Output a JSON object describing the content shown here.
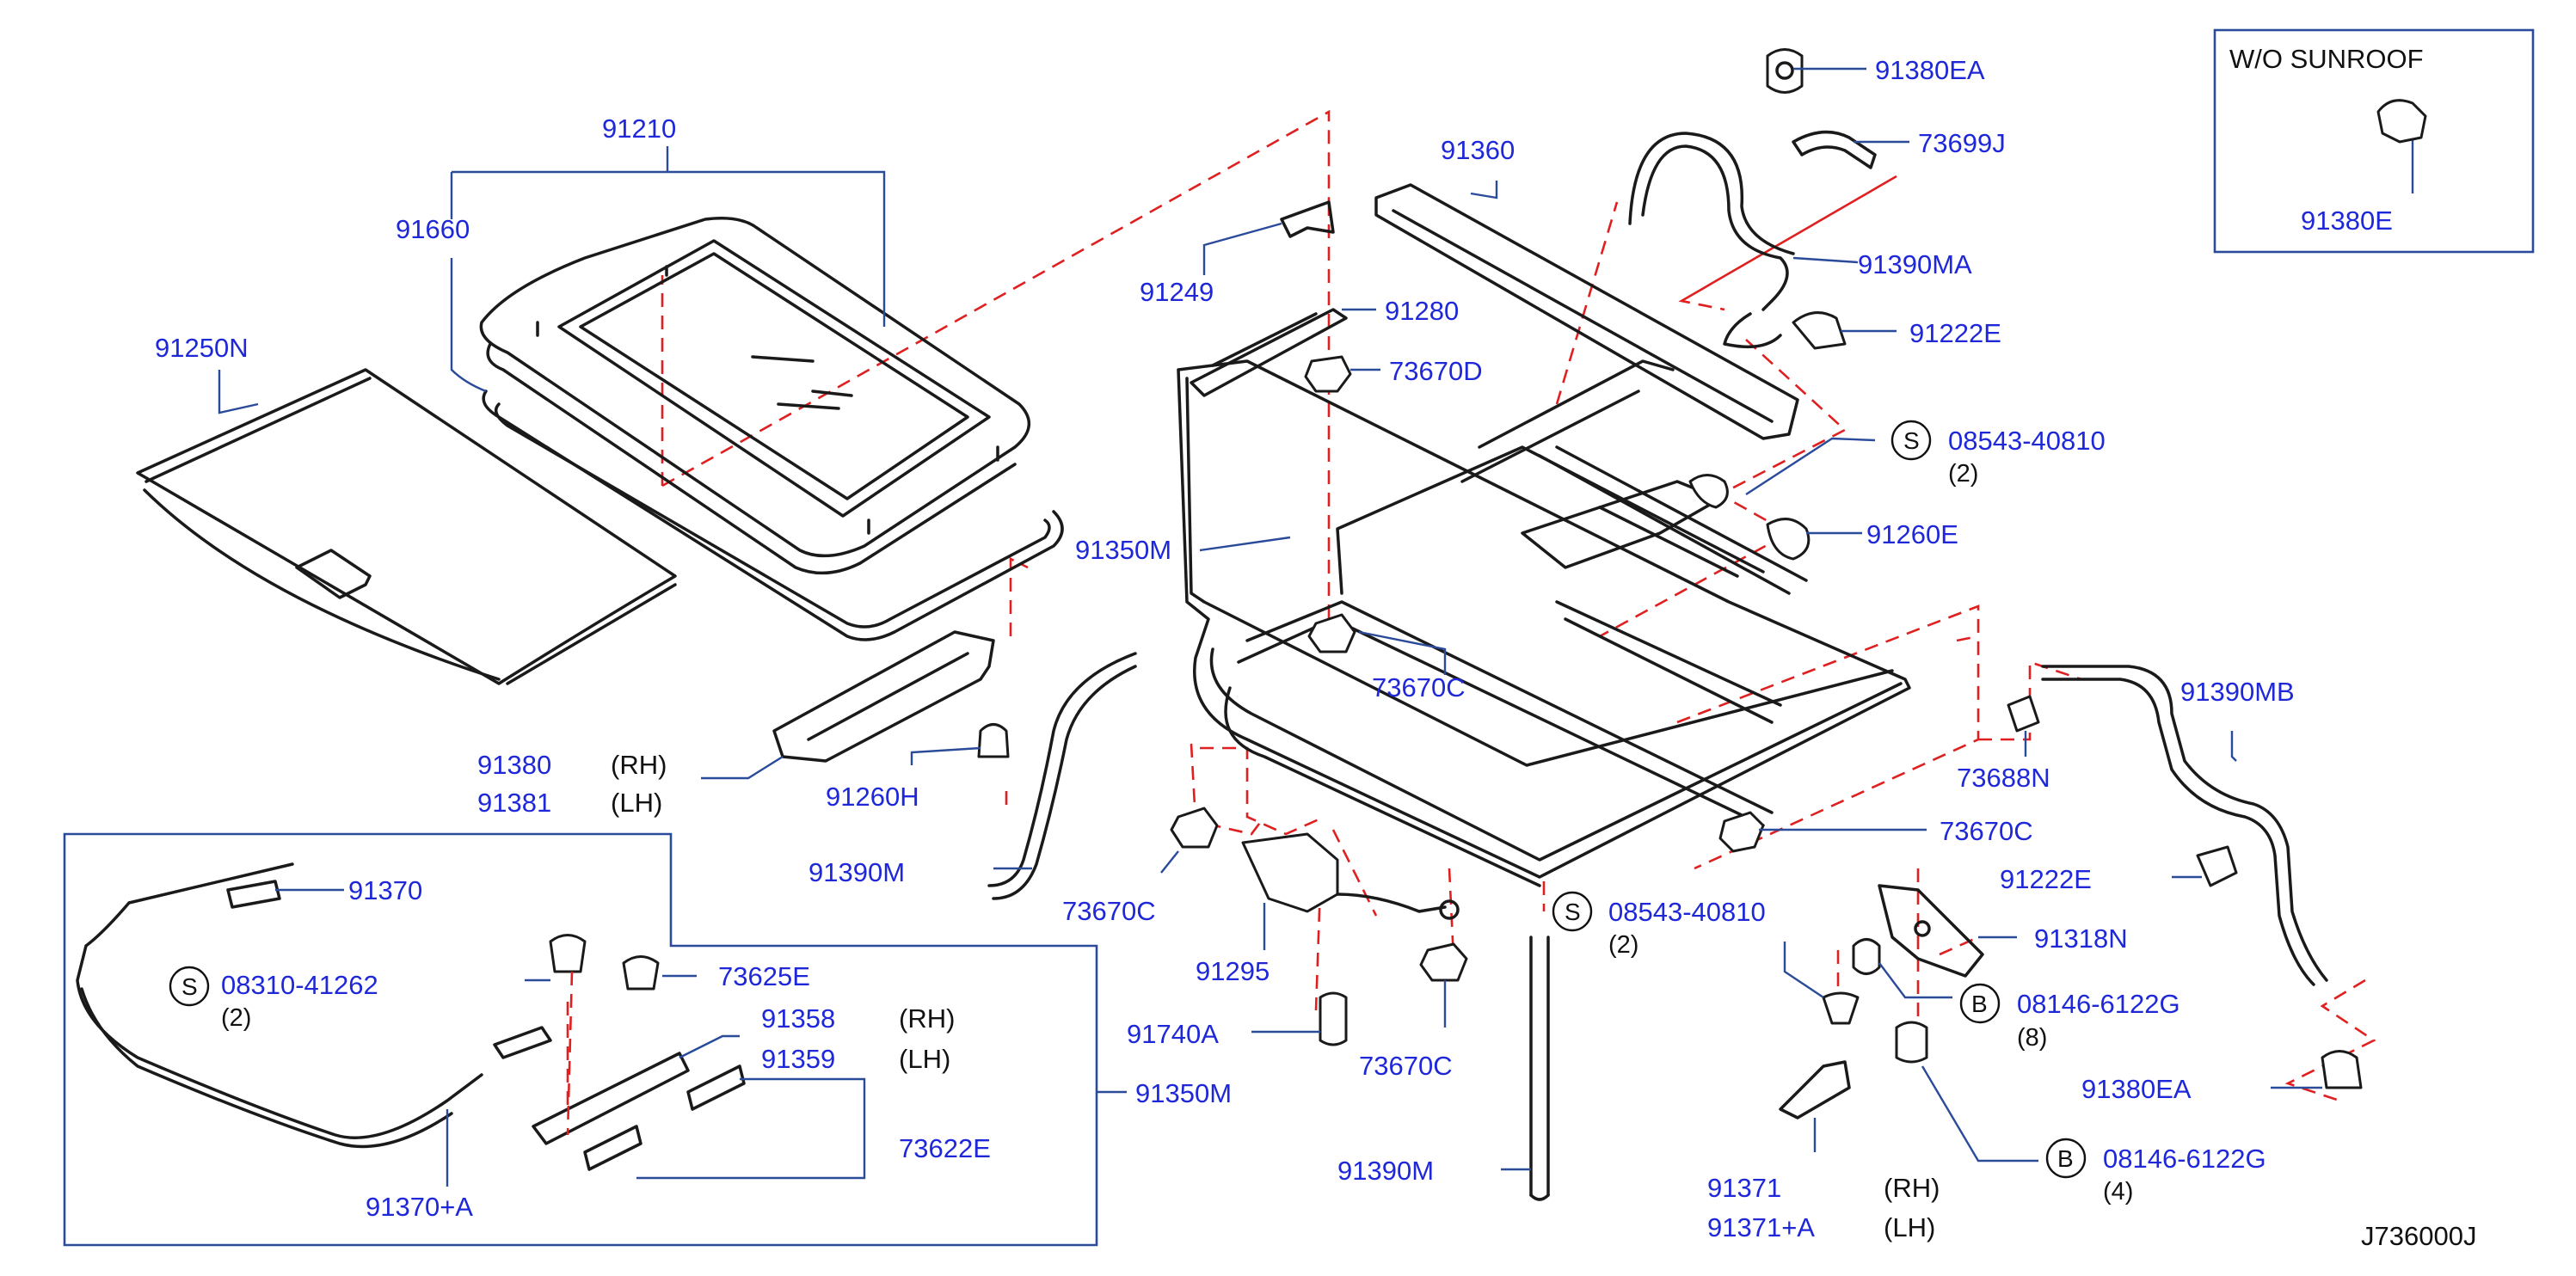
{
  "diagram_id": "J736000J",
  "inset_top_right": {
    "title": "W/O   SUNROOF",
    "part": "91380E"
  },
  "callouts": {
    "p91210": "91210",
    "p91660": "91660",
    "p91250N": "91250N",
    "p91249": "91249",
    "p91360": "91360",
    "p91280": "91280",
    "p73670D": "73670D",
    "p91350M_top": "91350M",
    "p73670C_a": "73670C",
    "p91380": "91380",
    "p91380_side": "(RH)",
    "p91381": "91381",
    "p91381_side": "(LH)",
    "p91260H": "91260H",
    "p91390M_a": "91390M",
    "p73670C_b": "73670C",
    "p91295": "91295",
    "p91740A": "91740A",
    "p73670C_c": "73670C",
    "p91390M_b": "91390M",
    "p91380EA_a": "91380EA",
    "p73699J": "73699J",
    "p91390MA": "91390MA",
    "p91222E_a": "91222E",
    "p08543_a": "08543-40810",
    "p08543_a_qty": "(2)",
    "p91260E": "91260E",
    "p73688N": "73688N",
    "p73670C_d": "73670C",
    "p91390MB": "91390MB",
    "p91222E_b": "91222E",
    "p91318N": "91318N",
    "p08543_b": "08543-40810",
    "p08543_b_qty": "(2)",
    "p08146_a": "08146-6122G",
    "p08146_a_qty": "(8)",
    "p91380EA_b": "91380EA",
    "p08146_b": "08146-6122G",
    "p08146_b_qty": "(4)",
    "p91371": "91371",
    "p91371_side": "(RH)",
    "p91371A": "91371+A",
    "p91371A_side": "(LH)"
  },
  "inset_bottom_left": {
    "p91370": "91370",
    "p08310": "08310-41262",
    "p08310_qty": "(2)",
    "p73625E": "73625E",
    "p91358": "91358",
    "p91358_side": "(RH)",
    "p91359": "91359",
    "p91359_side": "(LH)",
    "p91350M": "91350M",
    "p73622E": "73622E",
    "p91370A": "91370+A"
  },
  "symbols": {
    "s": "S",
    "b": "B"
  },
  "colors": {
    "part_number": "#1e28d8",
    "leader": "#2a4a9a",
    "hidden_line": "#e02020",
    "outline": "#1a1a1a"
  }
}
